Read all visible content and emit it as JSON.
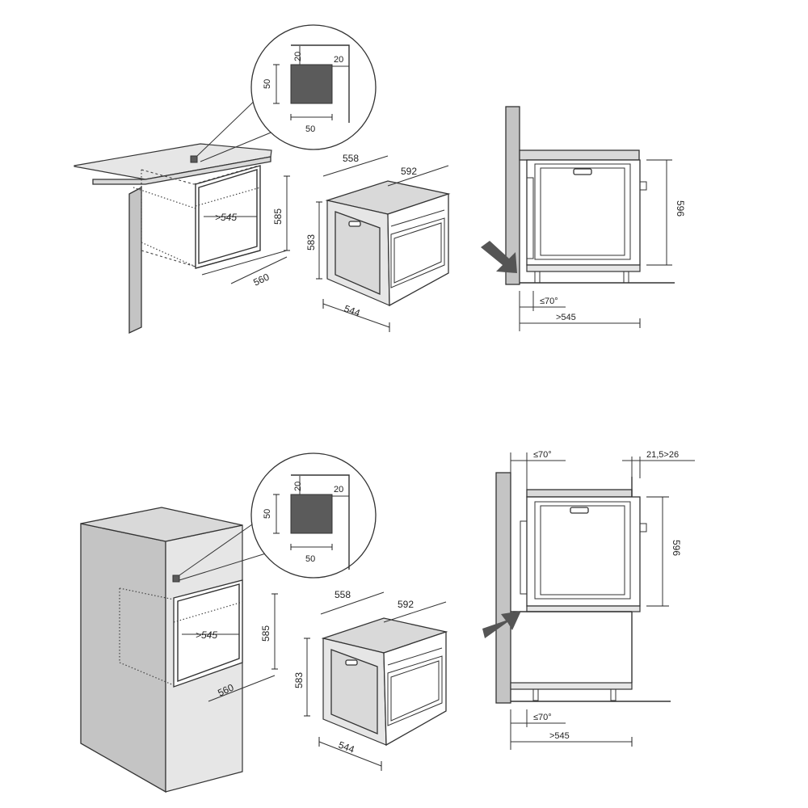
{
  "upper_panel": {
    "detail": {
      "h": "50",
      "w": "50",
      "gap_top": "20",
      "gap_side": "20"
    },
    "niche": {
      "depth": "560",
      "height": "585",
      "width": ">545"
    },
    "oven": {
      "height": "583",
      "width": "592",
      "depth": "558",
      "body_depth": "544"
    },
    "side": {
      "height": "596",
      "vent": "≤70°",
      "depth": ">545"
    }
  },
  "lower_panel": {
    "detail": {
      "h": "50",
      "w": "50",
      "gap_top": "20",
      "gap_side": "20"
    },
    "niche": {
      "depth": "560",
      "height": "585",
      "width": ">545"
    },
    "oven": {
      "height": "583",
      "width": "592",
      "depth": "558",
      "body_depth": "544"
    },
    "side": {
      "height": "596",
      "vent_top": "≤70°",
      "vent_bottom": "≤70°",
      "depth": ">545",
      "panel": "21,5>26"
    }
  }
}
